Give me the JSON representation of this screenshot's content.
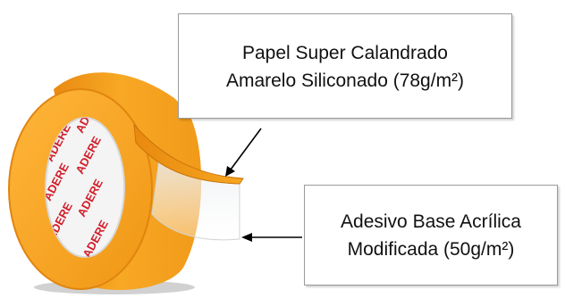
{
  "callouts": {
    "paper": {
      "line1": "Papel Super Calandrado",
      "line2": "Amarelo Siliconado (78g/m²)"
    },
    "adhesive": {
      "line1": "Adesivo Base Acrílica",
      "line2": "Modificada (50g/m²)"
    }
  },
  "tape": {
    "brand_print": "ADERE",
    "colors": {
      "paper_orange": "#F5A21B",
      "paper_orange_dark": "#D97F0A",
      "brand_red": "#D21E2B",
      "core_white": "#F4F4F4"
    }
  }
}
